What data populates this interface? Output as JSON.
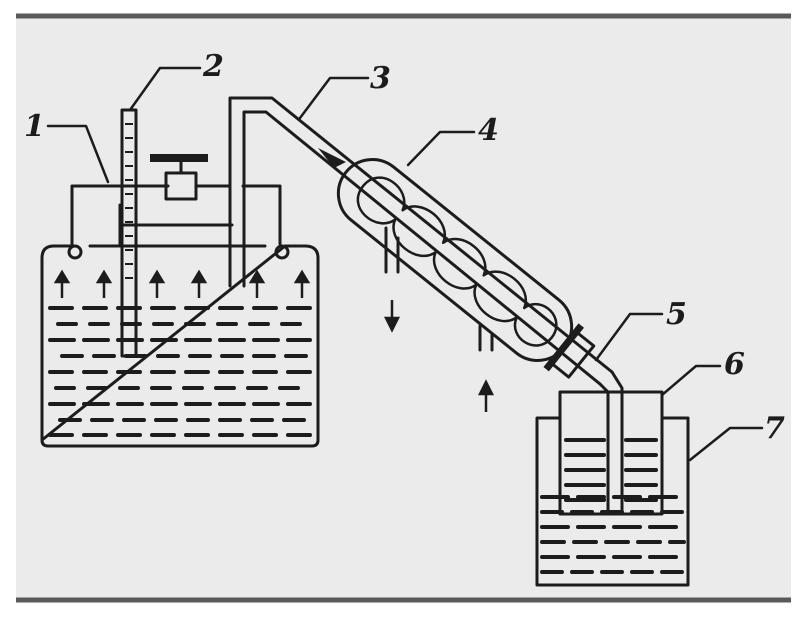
{
  "figure": {
    "labels": [
      "1",
      "2",
      "3",
      "4",
      "5",
      "6",
      "7"
    ],
    "background": "#ebebeb",
    "frame": "#5a5a5a",
    "ink": "#1c1c1c"
  }
}
